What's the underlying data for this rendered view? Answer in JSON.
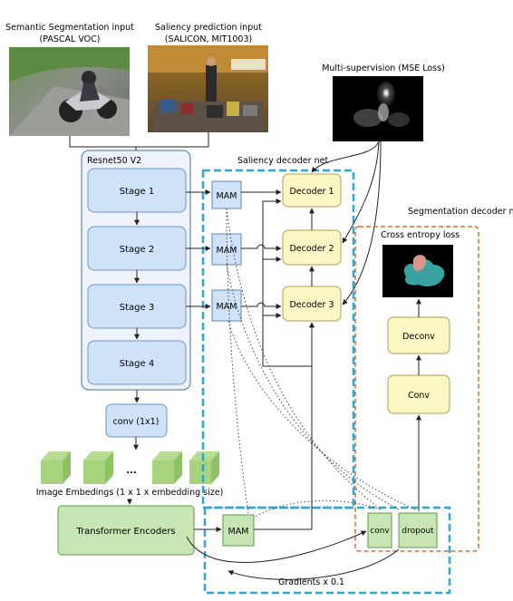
{
  "inputs": {
    "seg_title": "Semantic Segmentation input",
    "seg_subtitle": "(PASCAL VOC)",
    "sal_title": "Saliency prediction input",
    "sal_subtitle": "(SALICON, MIT1003)"
  },
  "supervision": {
    "title": "Multi-supervision (MSE Loss)"
  },
  "encoder": {
    "title": "Resnet50 V2",
    "stages": [
      "Stage 1",
      "Stage 2",
      "Stage 3",
      "Stage 4"
    ],
    "conv": "conv (1x1)",
    "ellipsis": "...",
    "embeddings_label": "Image Embedings (1 x 1 x embedding size)",
    "transformer": "Transformer Encoders"
  },
  "saliency_decoder": {
    "title": "Saliency decoder net",
    "mam": "MAM",
    "decoders": [
      "Decoder 1",
      "Decoder 2",
      "Decoder 3"
    ]
  },
  "segmentation_decoder": {
    "title": "Segmentation decoder net",
    "loss": "Cross entropy loss",
    "deconv": "Deconv",
    "conv": "Conv",
    "bottom_conv": "conv",
    "dropout": "dropout"
  },
  "gradients_label": "Gradients x 0.1",
  "colors": {
    "stage_fill": "#cfe2f7",
    "decoder_fill": "#fbf7c4",
    "green_fill": "#c7e6b3",
    "dashed_blue": "#2aa8dc",
    "dashed_orange": "#c9733a"
  }
}
